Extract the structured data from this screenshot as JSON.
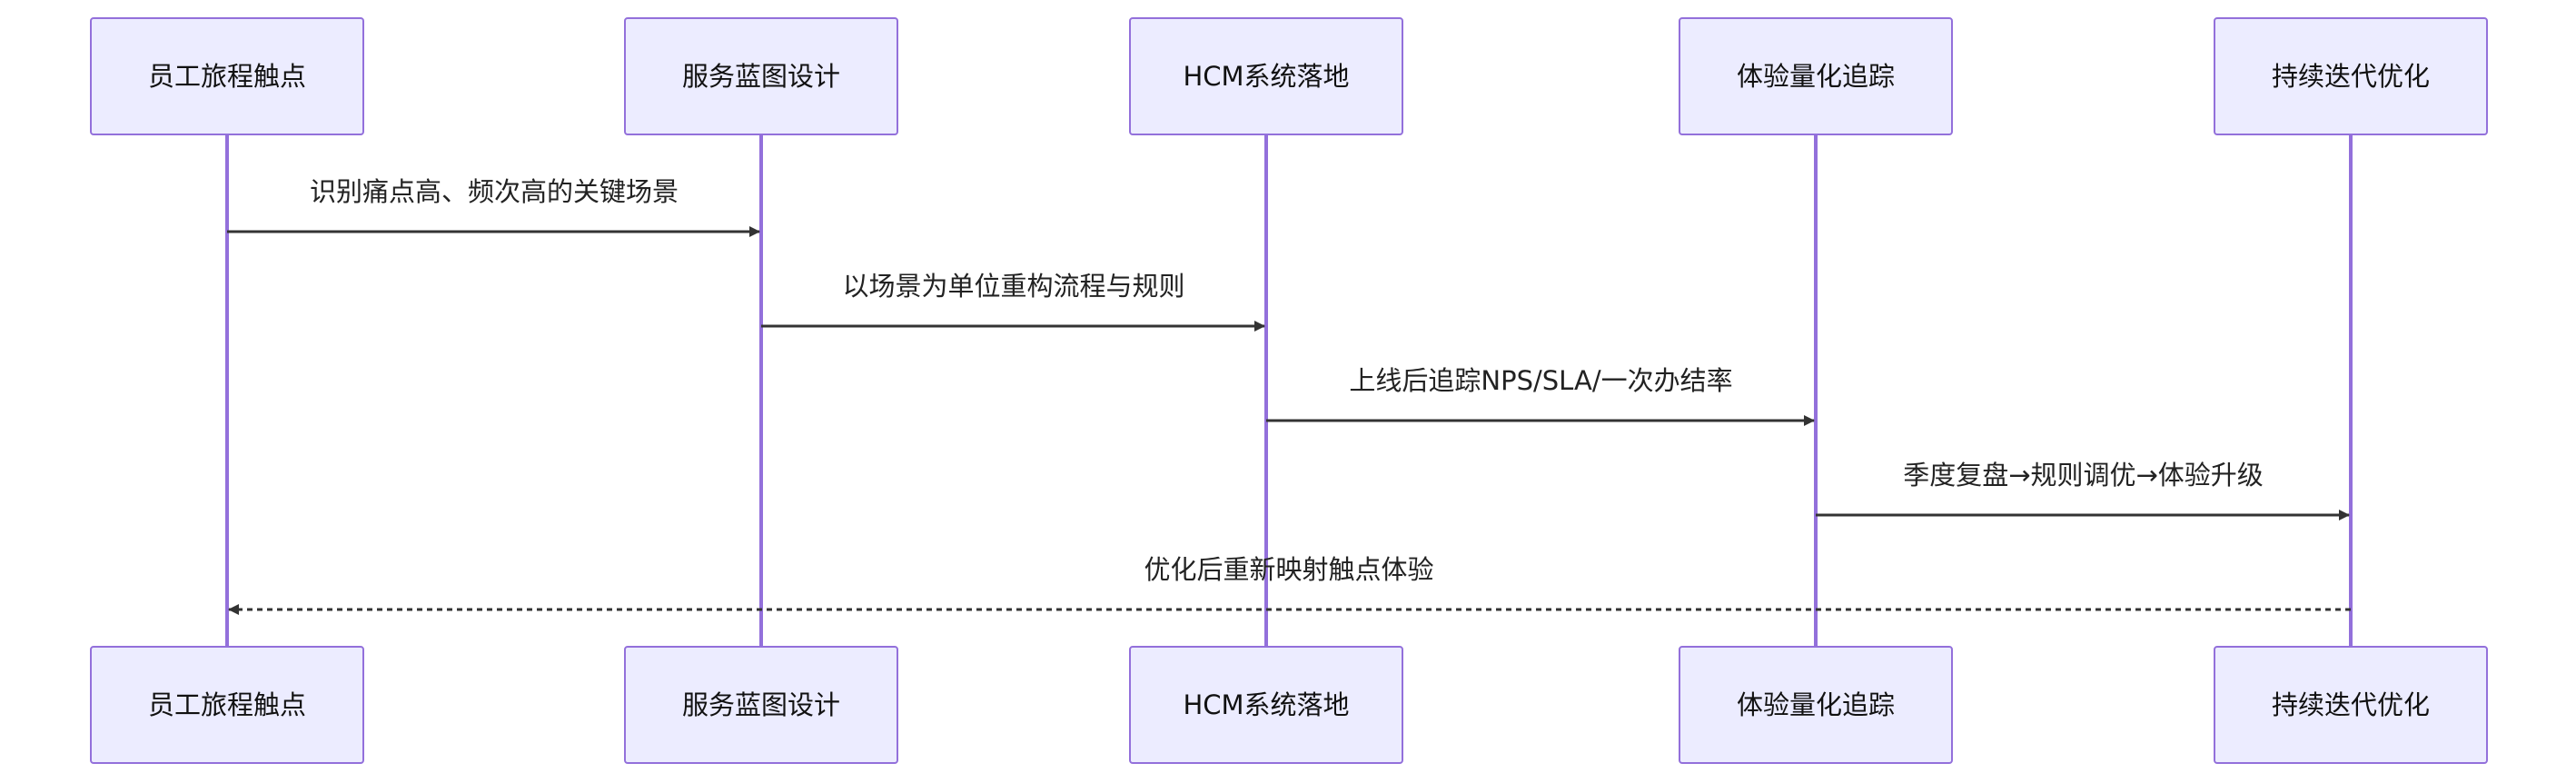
{
  "diagram": {
    "type": "sequence",
    "participants": [
      {
        "id": "p1",
        "label": "员工旅程触点"
      },
      {
        "id": "p2",
        "label": "服务蓝图设计"
      },
      {
        "id": "p3",
        "label": "HCM系统落地"
      },
      {
        "id": "p4",
        "label": "体验量化追踪"
      },
      {
        "id": "p5",
        "label": "持续迭代优化"
      }
    ],
    "messages": [
      {
        "from": "p1",
        "to": "p2",
        "label": "识别痛点高、频次高的关键场景",
        "style": "solid"
      },
      {
        "from": "p2",
        "to": "p3",
        "label": "以场景为单位重构流程与规则",
        "style": "solid"
      },
      {
        "from": "p3",
        "to": "p4",
        "label": "上线后追踪NPS/SLA/一次办结率",
        "style": "solid"
      },
      {
        "from": "p4",
        "to": "p5",
        "label": "季度复盘→规则调优→体验升级",
        "style": "solid"
      },
      {
        "from": "p5",
        "to": "p1",
        "label": "优化后重新映射触点体验",
        "style": "dotted"
      }
    ],
    "colors": {
      "actor_fill": "#ececff",
      "actor_stroke": "#9370db",
      "lifeline": "#9370db",
      "message": "#333333"
    }
  }
}
